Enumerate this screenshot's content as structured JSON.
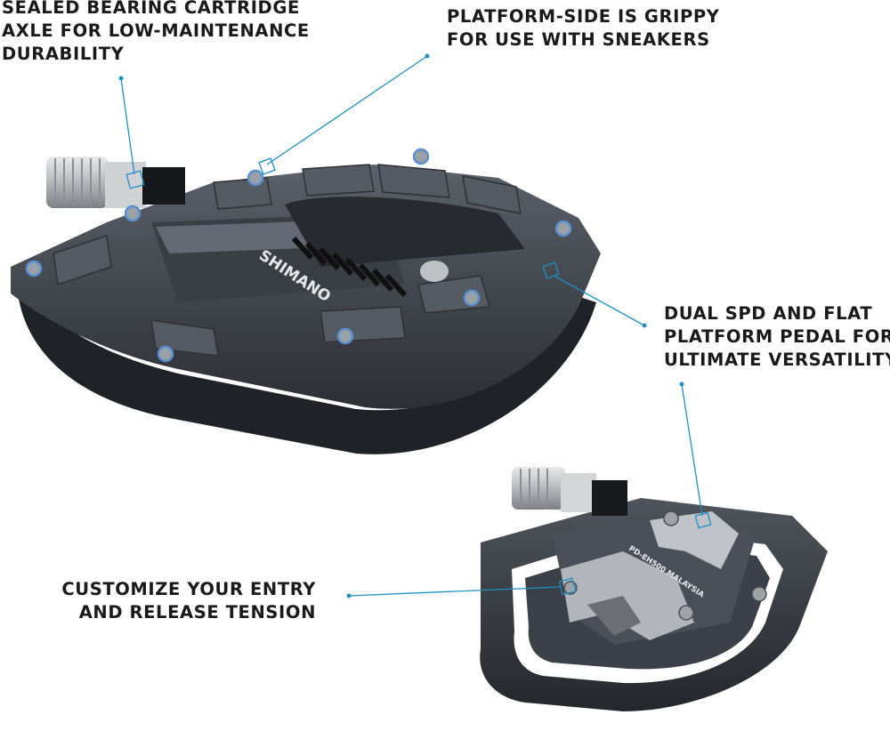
{
  "callouts": {
    "bearing": {
      "line1": "SEALED BEARING CARTRIDGE",
      "line2": "AXLE FOR LOW-MAINTENANCE",
      "line3": "DURABILITY"
    },
    "platform": {
      "line1": "PLATFORM-SIDE IS GRIPPY",
      "line2": "FOR USE WITH SNEAKERS"
    },
    "dual": {
      "line1": "DUAL SPD AND FLAT",
      "line2": "PLATFORM PEDAL FOR",
      "line3": "ULTIMATE VERSATILITY"
    },
    "tension": {
      "line1": "CUSTOMIZE YOUR ENTRY",
      "line2": "AND RELEASE TENSION"
    }
  },
  "brand": {
    "logo": "SHIMANO",
    "model": "PD-EH500 MALAYSIA"
  },
  "colors": {
    "accent": "#1f8fc4",
    "pedal_body": "#4a4f57",
    "pedal_dark": "#2a2d32",
    "axle_silver": "#c9cbcd",
    "cleat_mechanism": "#b8bbbf",
    "pin_blue": "#5a8fd0"
  }
}
